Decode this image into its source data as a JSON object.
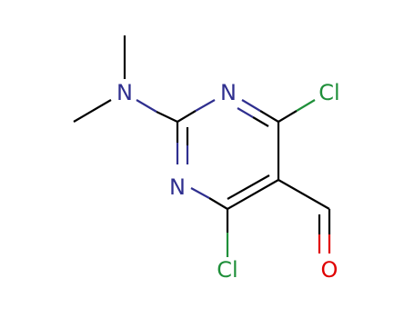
{
  "molecule": {
    "atoms": [
      {
        "id": "N_amine",
        "label": "N",
        "color": "#2f2f8f"
      },
      {
        "id": "N_ring_top",
        "label": "N",
        "color": "#2f2f8f"
      },
      {
        "id": "N_ring_bottom",
        "label": "N",
        "color": "#2f2f8f"
      },
      {
        "id": "Cl_top",
        "label": "Cl",
        "color": "#1f8f3a"
      },
      {
        "id": "Cl_bottom",
        "label": "Cl",
        "color": "#1f8f3a"
      },
      {
        "id": "O_aldehyde",
        "label": "O",
        "color": "#e00000"
      }
    ],
    "bond_color": "#000000"
  }
}
